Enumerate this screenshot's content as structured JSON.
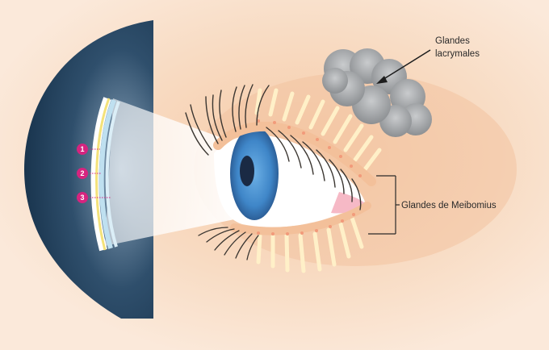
{
  "labels": {
    "lacrimal_line1": "Glandes",
    "lacrimal_line2": "lacrymales",
    "meibomian": "Glandes de Meibomius"
  },
  "tear_film_layers": [
    "1",
    "2",
    "3"
  ],
  "colors": {
    "skin": "#f7d9bf",
    "skin_shadow": "#f3c8a4",
    "dark_background": "#1c3650",
    "iris": "#3f86c8",
    "pupil": "#1a2a44",
    "lacrimal_gland": "#a7a9ab",
    "meibomian_gland": "#fff0c8",
    "marker": "#d6247f",
    "film_layer_lipid": "#f4e27a",
    "film_layer_aqueous": "#bfe0f0"
  }
}
